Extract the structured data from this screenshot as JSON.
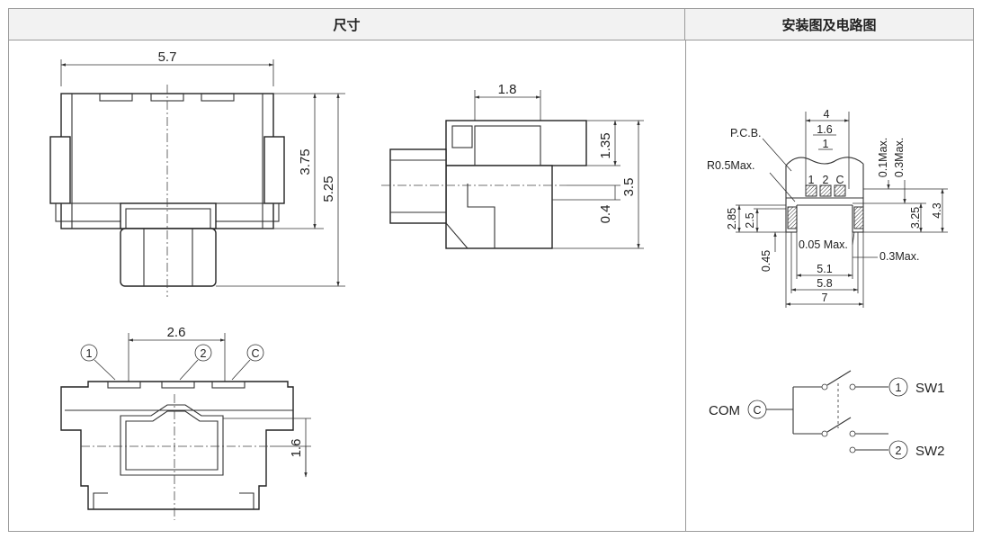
{
  "headers": {
    "dimensions": "尺寸",
    "install_circuit": "安装图及电路图"
  },
  "front_view": {
    "width": "5.7",
    "height_inner": "3.75",
    "height_total": "5.25"
  },
  "side_view": {
    "top_width": "1.8",
    "offset_top": "1.35",
    "height": "3.5",
    "offset_low": "0.4"
  },
  "bottom_view": {
    "pin_pitch": "2.6",
    "terminal_1": "1",
    "terminal_2": "2",
    "terminal_c": "C",
    "offset": "1.6"
  },
  "pcb_layout": {
    "pcb_label": "P.C.B.",
    "radius_label": "R0.5Max.",
    "w4": "4",
    "w16": "1.6",
    "w1": "1",
    "pad1": "1",
    "pad2": "2",
    "padc": "C",
    "max01": "0.1Max.",
    "max03_top": "0.3Max.",
    "d325": "3.25",
    "d43": "4.3",
    "d285": "2.85",
    "d25": "2.5",
    "d045": "0.45",
    "max005": "0.05 Max.",
    "max03": "0.3Max.",
    "w51": "5.1",
    "w58": "5.8",
    "w7": "7"
  },
  "circuit": {
    "com_label": "COM",
    "com_terminal": "C",
    "sw1_terminal": "1",
    "sw1_label": "SW1",
    "sw2_terminal": "2",
    "sw2_label": "SW2"
  }
}
